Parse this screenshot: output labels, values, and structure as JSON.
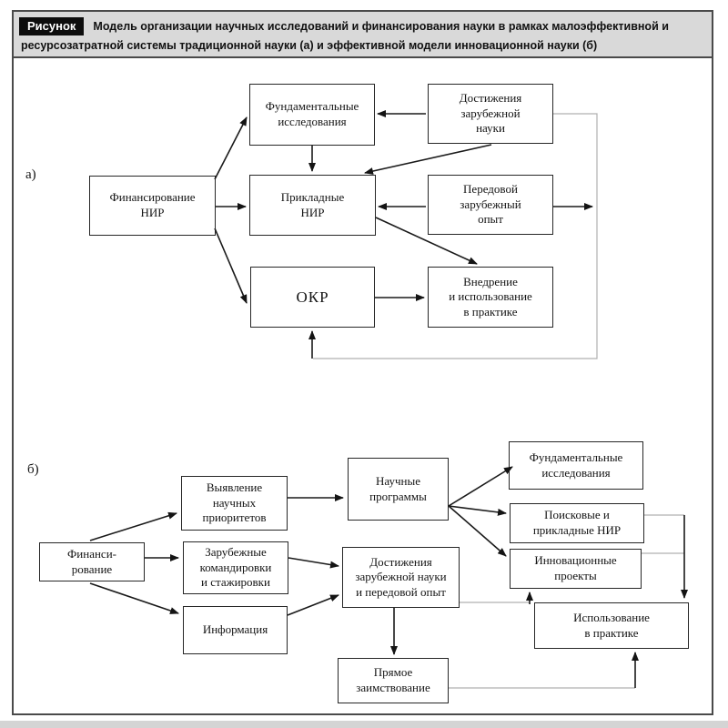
{
  "caption": {
    "badge": "Рисунок",
    "line1": "Модель организации научных исследований и финансирования науки в рамках малоэффективной и",
    "line2": "ресурсозатратной системы традиционной науки (а) и эффективной модели инновационной науки (б)"
  },
  "colors": {
    "caption_bg": "#d9d9d9",
    "badge_bg": "#0d0d0d",
    "box_border": "#262626",
    "arrow": "#1a1a1a",
    "thin_connector": "#b0b0b0"
  },
  "diagram_a": {
    "label": "а)",
    "boxes": {
      "financing": "Финансирование\nНИР",
      "fundamental": "Фундаментальные\nисследования",
      "applied": "Прикладные\nНИР",
      "okr": "ОКР",
      "foreign_achievements": "Достижения\nзарубежной\nнауки",
      "foreign_experience": "Передовой\nзарубежный\nопыт",
      "implementation": "Внедрение\nи использование\nв практике"
    }
  },
  "diagram_b": {
    "label": "б)",
    "boxes": {
      "financing": "Финанси-\nрование",
      "priorities": "Выявление\nнаучных\nприоритетов",
      "trips": "Зарубежные\nкомандировки\nи стажировки",
      "information": "Информация",
      "programs": "Научные\nпрограммы",
      "achievements": "Достижения\nзарубежной науки\nи передовой опыт",
      "borrowing": "Прямое\nзаимствование",
      "fundamental": "Фундаментальные\nисследования",
      "search_applied": "Поисковые и\nприкладные НИР",
      "innovative": "Инновационные\nпроекты",
      "use_in_practice": "Использование\nв практике"
    }
  }
}
